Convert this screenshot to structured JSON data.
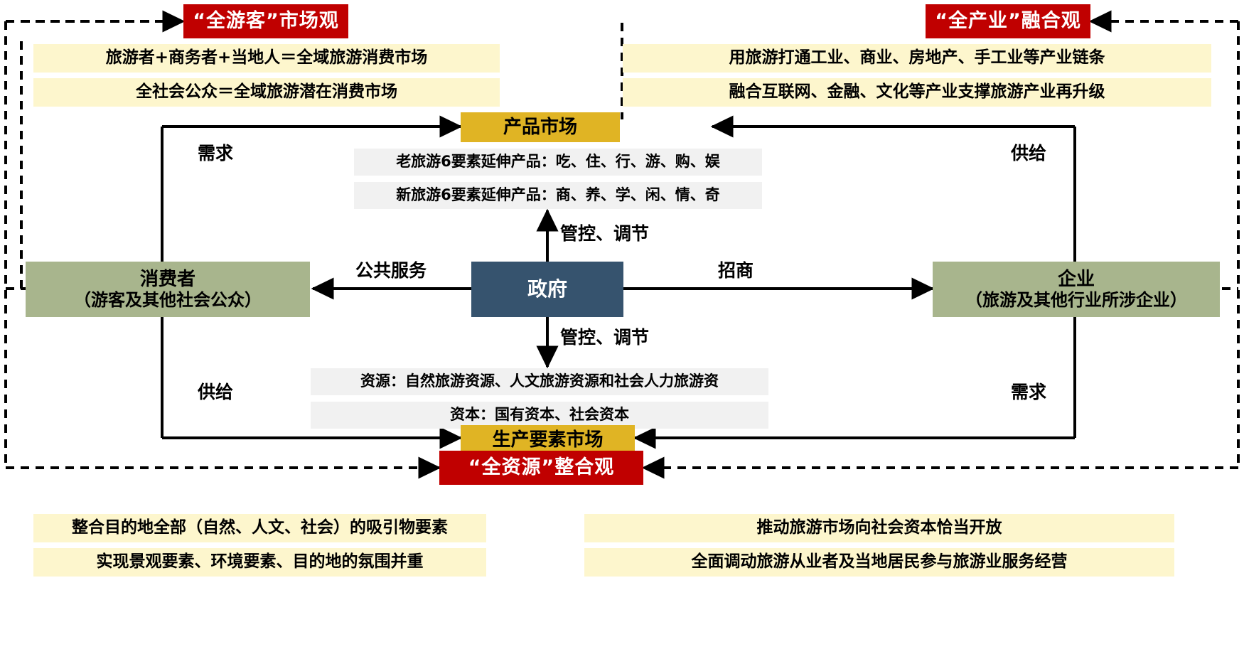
{
  "title": "全域旅游市场体系图",
  "colors": {
    "red_banner": "#c00000",
    "pale_yellow": "#fdf6cd",
    "gold": "#e0b424",
    "grey_bar": "#f1f1f1",
    "sage_green": "#a8b58d",
    "navy": "#36536e",
    "line": "#000000"
  },
  "concepts": {
    "tourist_view": "“全游客”市场观",
    "industry_view": "“全产业”融合观",
    "resource_view": "“全资源”整合观"
  },
  "tourist_view_points": [
    "旅游者+商务者+当地人＝全域旅游消费市场",
    "全社会公众＝全域旅游潜在消费市场"
  ],
  "industry_view_points": [
    "用旅游打通工业、商业、房地产、手工业等产业链条",
    "融合互联网、金融、文化等产业支撑旅游产业再升级"
  ],
  "resource_view_points_left": [
    "整合目的地全部（自然、人文、社会）的吸引物要素",
    "实现景观要素、环境要素、目的地的氛围并重"
  ],
  "resource_view_points_right": [
    "推动旅游市场向社会资本恰当开放",
    "全面调动旅游从业者及当地居民参与旅游业服务经营"
  ],
  "product_market": {
    "title": "产品市场",
    "details": [
      "老旅游6要素延伸产品：吃、住、行、游、购、娱",
      "新旅游6要素延伸产品：商、养、学、闲、情、奇"
    ]
  },
  "factor_market": {
    "title": "生产要素市场",
    "details": [
      "资源：自然旅游资源、人文旅游资源和社会人力旅游资",
      "资本：国有资本、社会资本"
    ]
  },
  "actors": {
    "consumer": {
      "line1": "消费者",
      "line2": "（游客及其他社会公众）"
    },
    "government": {
      "line1": "政府"
    },
    "enterprise": {
      "line1": "企业",
      "line2": "（旅游及其他行业所涉企业）"
    }
  },
  "flow_labels": {
    "demand_top_left": "需求",
    "supply_top_right": "供给",
    "supply_bottom_left": "供给",
    "demand_bottom_right": "需求",
    "regulate_up": "管控、调节",
    "regulate_down": "管控、调节",
    "public_service": "公共服务",
    "investment": "招商"
  }
}
